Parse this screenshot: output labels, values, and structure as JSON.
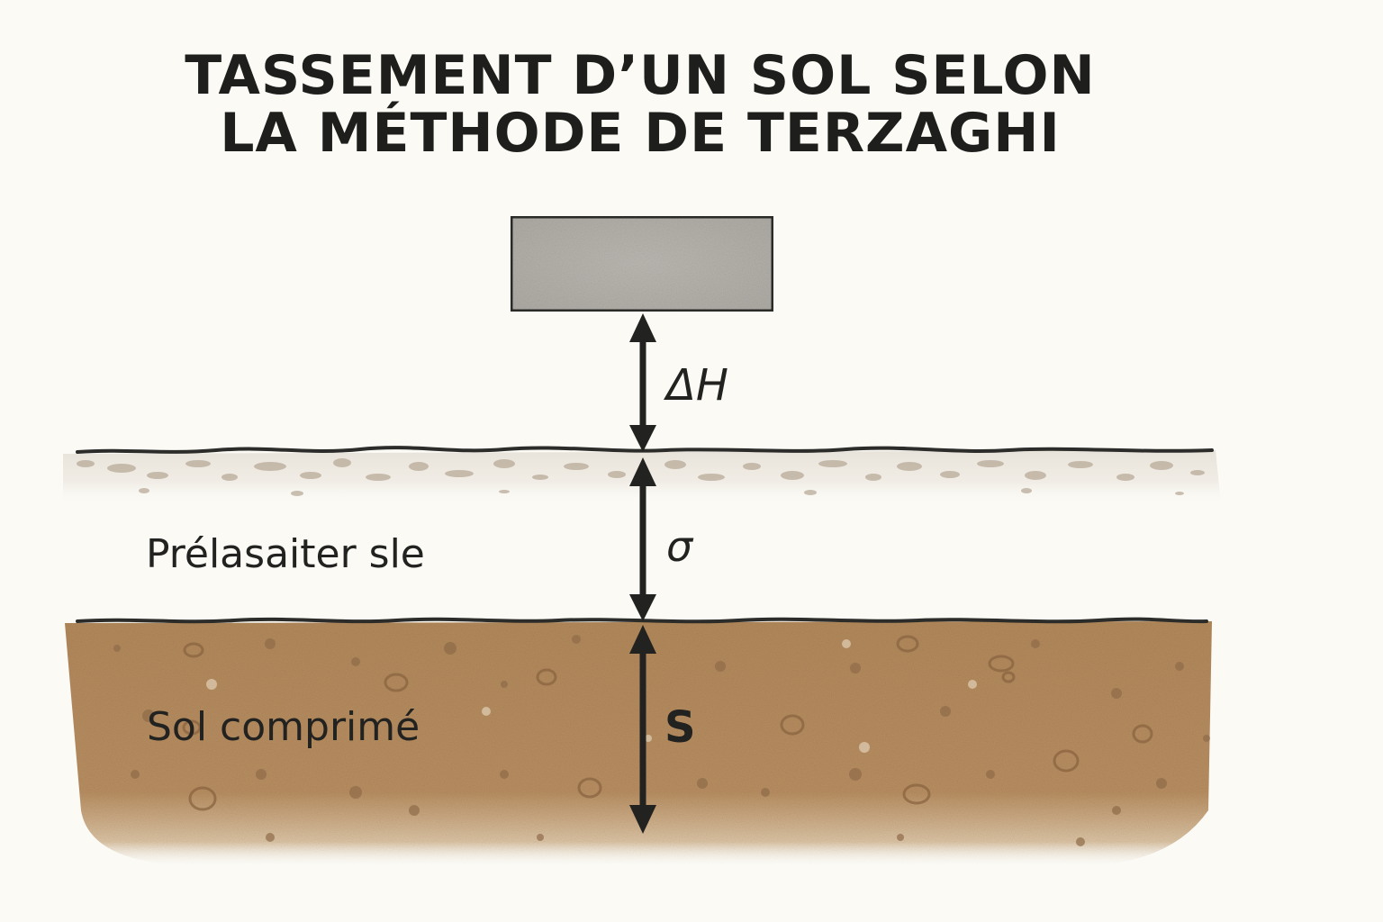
{
  "title": {
    "line1": "TASSEMENT D’UN SOL SELON",
    "line2": "LA MÉTHODE DE TERZAGHI"
  },
  "layers": [
    {
      "name": "upper-soil-surface",
      "label": "",
      "color": "#b9ab99"
    },
    {
      "name": "intermediate-layer",
      "label": "Prélasaiter sle",
      "color": "#fbfaf5"
    },
    {
      "name": "compressed-soil",
      "label": "Sol comprimé",
      "color": "#b48a5c"
    }
  ],
  "load_block": {
    "color": "#b4b1ab",
    "border": "#2c2c2a"
  },
  "dimensions": {
    "delta_h": "ΔH",
    "sigma": "σ",
    "s": "S"
  },
  "colors": {
    "background": "#fbfaf5",
    "ink": "#222220",
    "soil_brown": "#b48a5c",
    "surface_grey": "#b9ab99"
  }
}
